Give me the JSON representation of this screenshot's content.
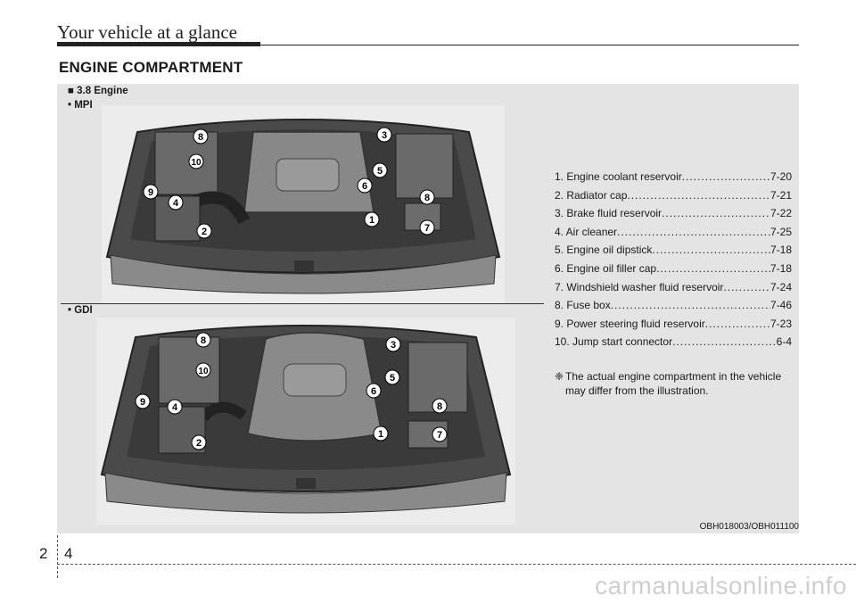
{
  "header": {
    "title": "Your vehicle at a glance"
  },
  "section_title": "ENGINE COMPARTMENT",
  "engine_label": "■ 3.8 Engine",
  "variants": {
    "mpi": "• MPI",
    "gdi": "• GDI"
  },
  "callouts": [
    "8",
    "3",
    "10",
    "5",
    "6",
    "9",
    "8",
    "4",
    "1",
    "7",
    "2"
  ],
  "legend": [
    {
      "text": "1. Engine coolant reservoir",
      "page": "7-20"
    },
    {
      "text": "2. Radiator cap",
      "page": "7-21"
    },
    {
      "text": "3. Brake fluid reservoir",
      "page": "7-22"
    },
    {
      "text": "4. Air cleaner",
      "page": "7-25"
    },
    {
      "text": "5. Engine oil dipstick",
      "page": "7-18"
    },
    {
      "text": "6. Engine oil filler cap",
      "page": "7-18"
    },
    {
      "text": "7. Windshield washer fluid reservoir",
      "page": "7-24"
    },
    {
      "text": "8. Fuse box",
      "page": "7-46"
    },
    {
      "text": "9. Power steering fluid reservoir",
      "page": "7-23"
    },
    {
      "text": "10. Jump start connector",
      "page": "6-4"
    }
  ],
  "note": {
    "symbol": "❈",
    "text": "The actual engine compartment in the vehicle may differ from the illustration."
  },
  "figure_code": "OBH018003/OBH011100",
  "page_number": {
    "chapter": "2",
    "page": "4"
  },
  "watermark": "carmanualsonline.info",
  "colors": {
    "panel": "#e4e4e4",
    "engine_dark": "#3c3c3c",
    "engine_mid": "#777777"
  }
}
